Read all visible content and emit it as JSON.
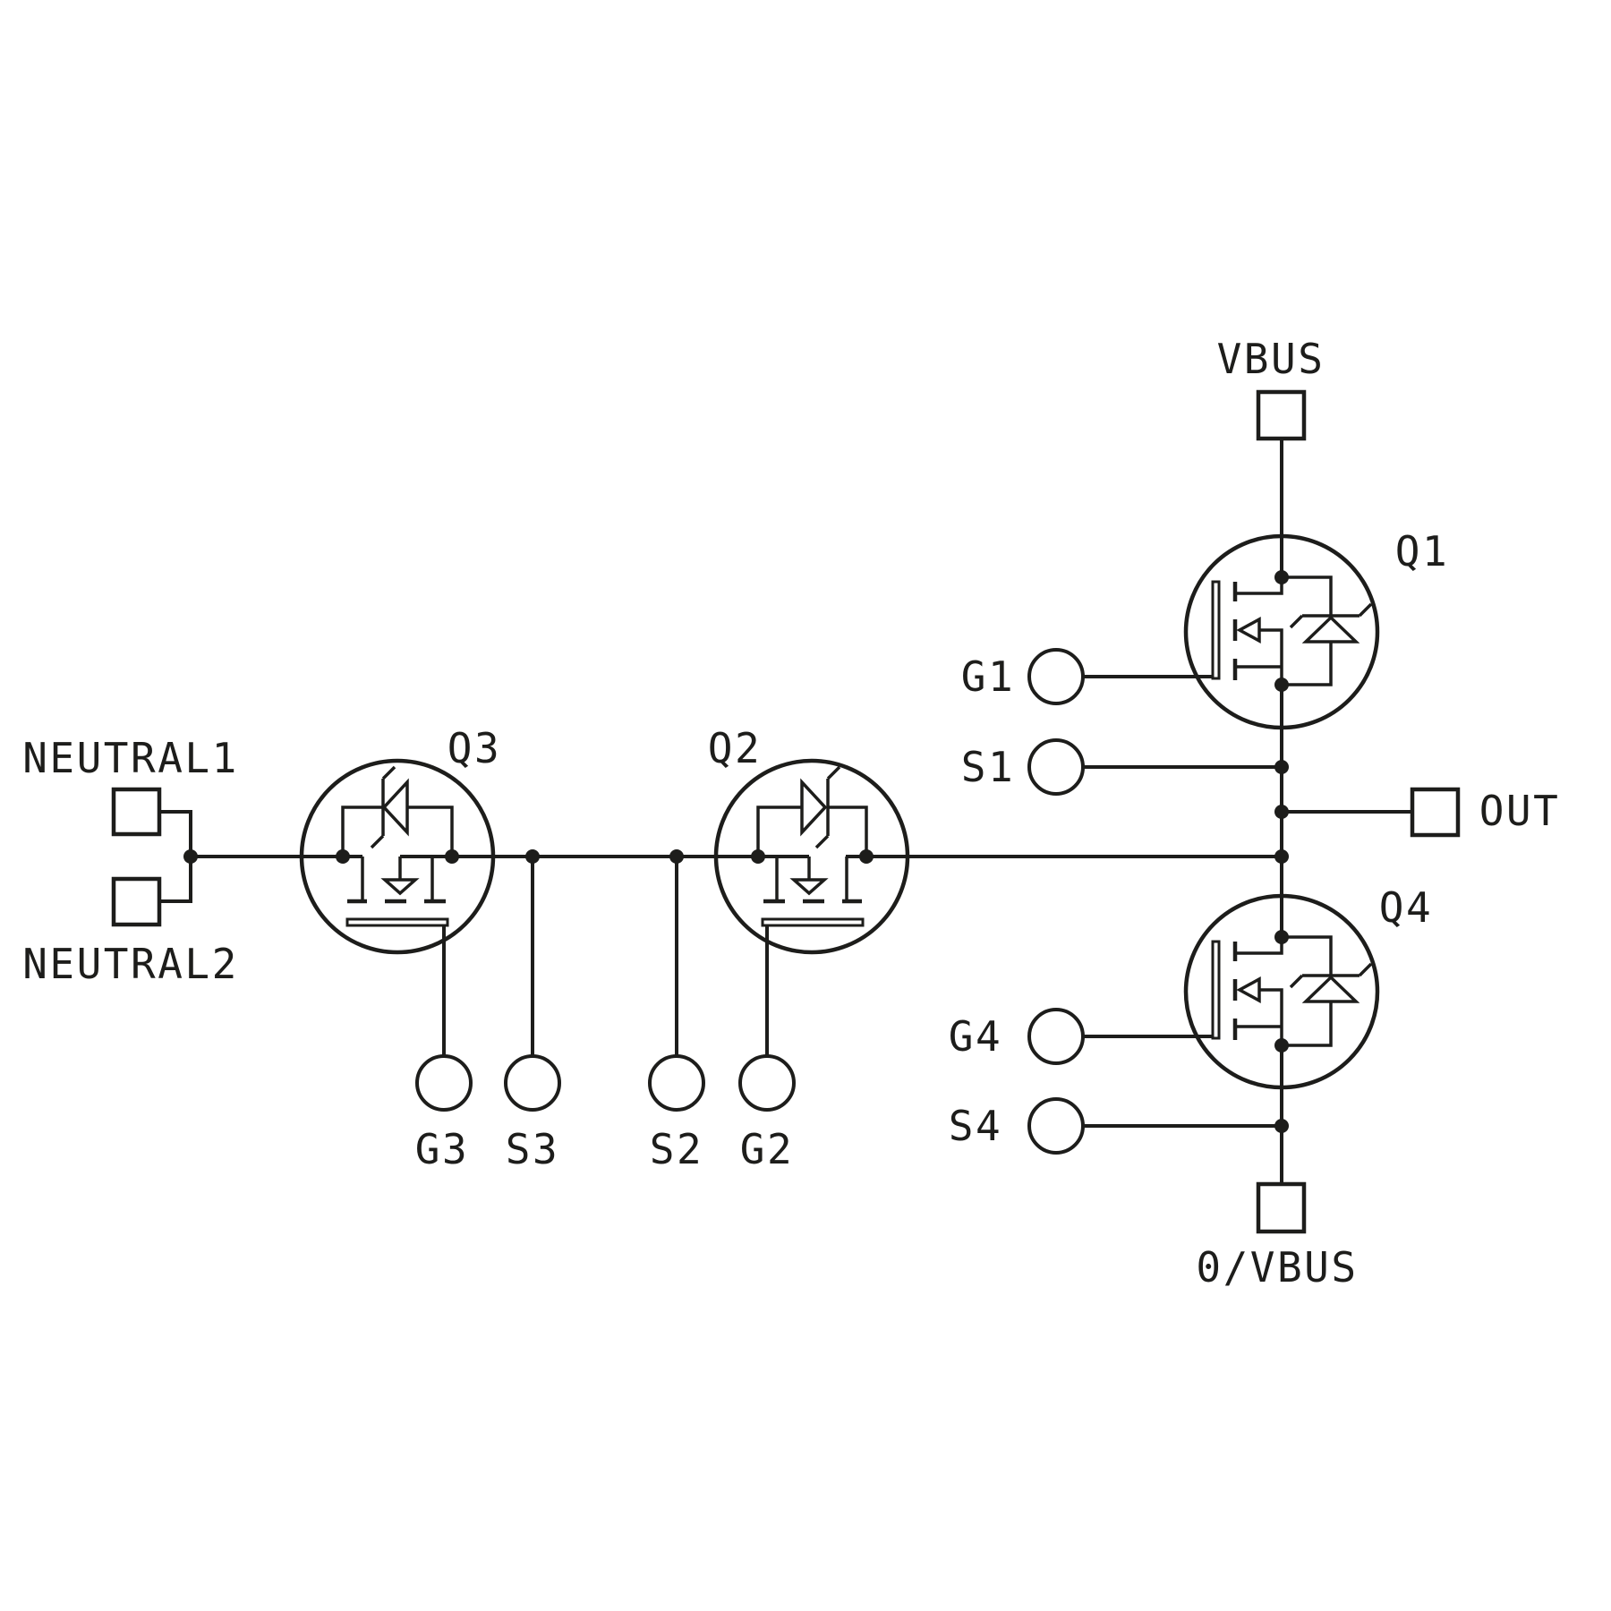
{
  "schematic": {
    "terminals": {
      "vbus": "VBUS",
      "out": "OUT",
      "zero_vbus": "0/VBUS",
      "neutral1": "NEUTRAL1",
      "neutral2": "NEUTRAL2"
    },
    "transistors": {
      "q1": "Q1",
      "q2": "Q2",
      "q3": "Q3",
      "q4": "Q4"
    },
    "pins": {
      "g1": "G1",
      "s1": "S1",
      "g2": "G2",
      "s2": "S2",
      "g3": "G3",
      "s3": "S3",
      "g4": "G4",
      "s4": "S4"
    },
    "colors": {
      "line": "#1d1d1b",
      "background": "#ffffff"
    }
  }
}
